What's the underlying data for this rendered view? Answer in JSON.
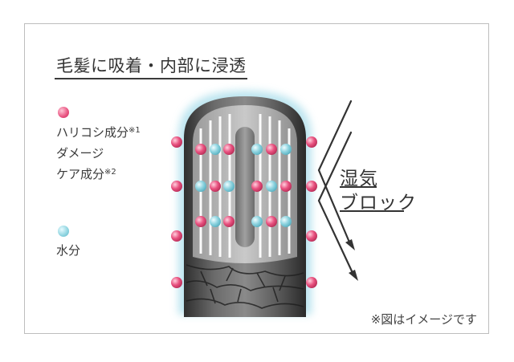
{
  "title": "毛髪に吸着・内部に浸透",
  "legend": {
    "ingredient1": {
      "label": "ハリコシ成分",
      "mark": "※1"
    },
    "ingredient2_line1": "ダメージ",
    "ingredient2_line2": {
      "label": "ケア成分",
      "mark": "※2"
    },
    "water": "水分"
  },
  "block": {
    "line1": "湿気",
    "line2": "ブロック"
  },
  "note": "※図はイメージです",
  "colors": {
    "pink": "#e8517f",
    "blue": "#8dd3df",
    "hair_dark": "#4a4a4a",
    "hair_light": "#a9a9a9",
    "glow": "#a6dcea"
  }
}
